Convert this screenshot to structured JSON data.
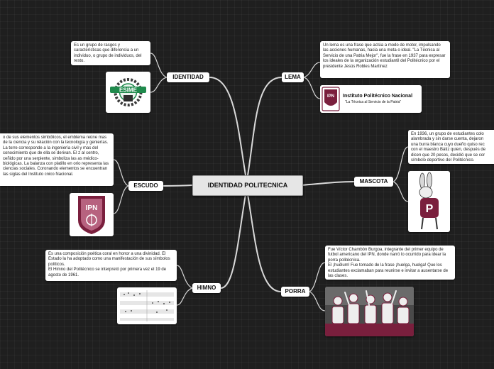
{
  "central": "IDENTIDAD POLITECNICA",
  "branches": {
    "identidad": {
      "label": "IDENTIDAD",
      "note": "Es un grupo de rasgos y características que diferencia a un individuo, o grupo de individuos, del resto.",
      "image": {
        "description_icon": "esime-logo",
        "text": "ESIME"
      }
    },
    "lema": {
      "label": "LEMA",
      "note": "Un lema es una frase que actúa a modo de motor, impulsando las acciones humanas, hacia una meta o ideal.  \"La Técnica al Servicio de una Patria Mejor\", fue la frase en 1937 para expresar los ideales de la organización estudiantil del Politécnico por el presidente Jesús Robles Martínez",
      "image": {
        "description_icon": "ipn-banner",
        "title": "Instituto Politécnico Nacional",
        "subtitle": "\"La Técnica al Servicio de la Patria\"",
        "badge": "IPN"
      }
    },
    "escudo": {
      "label": "ESCUDO",
      "note": "o de sus elementos simbólicos, el emblema reúne mas de la ciencia y su relación con la tecnología y genierías. La torre corresponde a la ingeniería civil y mas del conocimiento que de ella se derivan. El z al centro, ceñido por una serpiente, simboliza las as médico-biológicas. La balanza con platillo en orio representa las ciencias sociales. Coronando elementos se encuentran las siglas del Instituto cnico Nacional.",
      "image": {
        "description_icon": "ipn-shield",
        "text": "IPN"
      }
    },
    "mascota": {
      "label": "MASCOTA",
      "note": "En 1936, un grupo de estudiantes colo alambrada y sin darse cuenta, dejaron una burra blanca cuyo dueño quiso rec con el maestro Bátiz quien, después de dicen que 20 pesos, decidió que se cor símbolo deportivo del Politécnico.",
      "image": {
        "description_icon": "burro-mascot",
        "text": "P"
      }
    },
    "himno": {
      "label": "HIMNO",
      "note": "Es una composición poética coral en honor a una divinidad. El Estado la ha adoptado como una manifestación de sus símbolos políticos.\nEl Himno del Politécnico se interpretó por primera vez el 19 de agosto de 1961.",
      "image": {
        "description_icon": "sheet-music"
      }
    },
    "porra": {
      "label": "PORRA",
      "note": "Fue Víctor Chambón Burgoa, integrante del primer equipo de futbol americano del IPN, donde narró lo ocurrido para idear la porra politécnica.\nEl ¡huélum! Fue tomado de la frase ¡huelga, huelga! Que los estudiantes exclamaban para reunirse e invitar a ausentarse de las clases.",
      "image": {
        "description_icon": "football-team-photo"
      }
    }
  },
  "colors": {
    "background": "#1f1f1f",
    "link": "#d9d9d9",
    "ipn_guinda": "#7a1f3d",
    "esime_green": "#1f8a4c"
  }
}
